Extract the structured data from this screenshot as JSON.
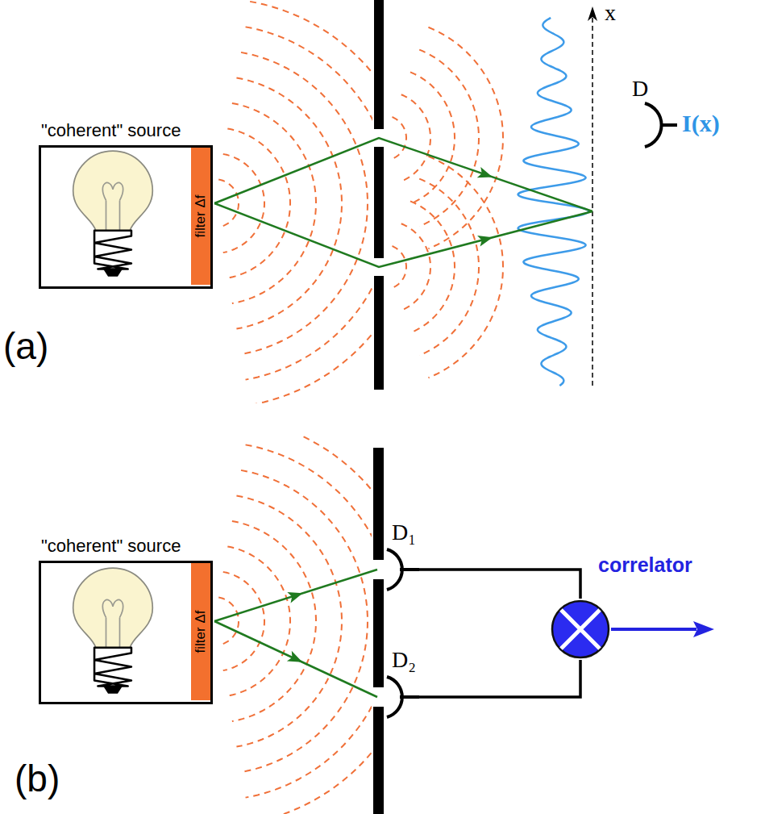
{
  "diagram": {
    "nodes": [
      {
        "text": [
          "\"coherent\" source"
        ]
      },
      {
        "text": [
          "filter Δf"
        ],
        "in": 0
      },
      {
        "text": [
          "\"coherent\" source"
        ]
      },
      {
        "text": [
          "filter Δf"
        ],
        "in": 2
      },
      {
        "text": [
          "D₁"
        ]
      },
      {
        "text": [
          "D₂"
        ]
      },
      {
        "text": [
          "correlator"
        ]
      }
    ],
    "edges": [
      {
        "from": 4,
        "to": 6,
        "arrow": "none"
      },
      {
        "from": 5,
        "to": 6,
        "arrow": "none"
      }
    ],
    "labels": [
      "x",
      "D",
      "I(x)",
      "(a)",
      "(b)"
    ]
  }
}
